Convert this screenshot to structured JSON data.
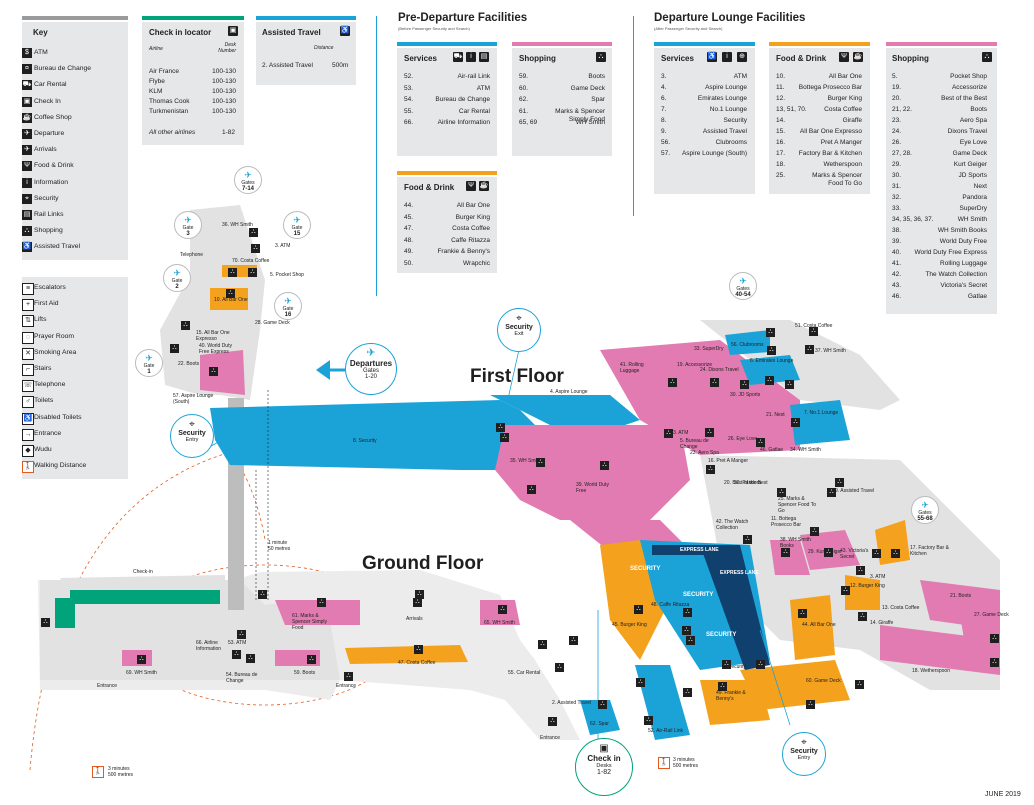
{
  "key": {
    "title": "Key",
    "items": [
      "ATM",
      "Bureau de Change",
      "Car Rental",
      "Check In",
      "Coffee Shop",
      "Departure",
      "Arrivals",
      "Food & Drink",
      "Information",
      "Security",
      "Rail Links",
      "Shopping",
      "Assisted Travel"
    ],
    "items2": [
      "Escalators",
      "First Aid",
      "Lifts",
      "Prayer Room",
      "Smoking Area",
      "Stairs",
      "Telephone",
      "Toilets",
      "Disabled Toilets",
      "Entrance",
      "Wudu",
      "Walking Distance"
    ]
  },
  "checkin": {
    "title": "Check in locator",
    "col1": "Airline",
    "col2": "Desk Number",
    "rows": [
      {
        "airline": "Air France",
        "desk": "100-130"
      },
      {
        "airline": "Flybe",
        "desk": "100-130"
      },
      {
        "airline": "KLM",
        "desk": "100-130"
      },
      {
        "airline": "Thomas Cook",
        "desk": "100-130"
      },
      {
        "airline": "Turkmenistan",
        "desk": "100-130"
      }
    ],
    "other": {
      "airline": "All other airlines",
      "desk": "1-82"
    }
  },
  "assisted": {
    "title": "Assisted Travel",
    "col": "Distance",
    "row": "2.  Assisted Travel",
    "dist": "500m"
  },
  "predep": {
    "title": "Pre-Departure Facilities",
    "subtitle": "(Before Passenger Security and Search)",
    "services": {
      "title": "Services",
      "rows": [
        [
          "52.",
          "Air-rail Link"
        ],
        [
          "53.",
          "ATM"
        ],
        [
          "54.",
          "Bureau de Change"
        ],
        [
          "55.",
          "Car Rental"
        ],
        [
          "66.",
          "Airline Information"
        ]
      ]
    },
    "shopping": {
      "title": "Shopping",
      "rows": [
        [
          "59.",
          "Boots"
        ],
        [
          "60.",
          "Game Deck"
        ],
        [
          "62.",
          "Spar"
        ],
        [
          "61.",
          "Marks & Spencer Simply Food"
        ],
        [
          "65, 69",
          "WH Smith"
        ]
      ]
    },
    "food": {
      "title": "Food & Drink",
      "rows": [
        [
          "44.",
          "All Bar One"
        ],
        [
          "45.",
          "Burger King"
        ],
        [
          "47.",
          "Costa Coffee"
        ],
        [
          "48.",
          "Caffe Ritazza"
        ],
        [
          "49.",
          "Frankie & Benny's"
        ],
        [
          "50.",
          "Wrapchic"
        ]
      ]
    }
  },
  "lounge": {
    "title": "Departure Lounge Facilities",
    "subtitle": "(After Passenger Security and Search)",
    "services": {
      "title": "Services",
      "rows": [
        [
          "3.",
          "ATM"
        ],
        [
          "4.",
          "Aspire Lounge"
        ],
        [
          "6.",
          "Emirates Lounge"
        ],
        [
          "7.",
          "No.1 Lounge"
        ],
        [
          "8.",
          "Security"
        ],
        [
          "9.",
          "Assisted Travel"
        ],
        [
          "56.",
          "Clubrooms"
        ],
        [
          "57.",
          "Aspire Lounge (South)"
        ]
      ]
    },
    "food": {
      "title": "Food & Drink",
      "rows": [
        [
          "10.",
          "All Bar One"
        ],
        [
          "11.",
          "Bottega Prosecco Bar"
        ],
        [
          "12.",
          "Burger King"
        ],
        [
          "13, 51, 70.",
          "Costa Coffee"
        ],
        [
          "14.",
          "Giraffe"
        ],
        [
          "15.",
          "All Bar One Expresso"
        ],
        [
          "16.",
          "Pret A Manger"
        ],
        [
          "17.",
          "Factory Bar & Kitchen"
        ],
        [
          "18.",
          "Wetherspoon"
        ],
        [
          "25.",
          "Marks & Spencer Food To Go"
        ]
      ]
    },
    "shopping": {
      "title": "Shopping",
      "rows": [
        [
          "5.",
          "Pocket Shop"
        ],
        [
          "19.",
          "Accessorize"
        ],
        [
          "20.",
          "Best of the Best"
        ],
        [
          "21, 22.",
          "Boots"
        ],
        [
          "23.",
          "Aero Spa"
        ],
        [
          "24.",
          "Dixons Travel"
        ],
        [
          "26.",
          "Eye Love"
        ],
        [
          "27, 28.",
          "Game Deck"
        ],
        [
          "29.",
          "Kurt Geiger"
        ],
        [
          "30.",
          "JD Sports"
        ],
        [
          "31.",
          "Next"
        ],
        [
          "32.",
          "Pandora"
        ],
        [
          "33.",
          "SuperDry"
        ],
        [
          "34, 35, 36, 37.",
          "WH Smith"
        ],
        [
          "38.",
          "WH Smith Books"
        ],
        [
          "39.",
          "World Duty Free"
        ],
        [
          "40.",
          "World Duty Free Express"
        ],
        [
          "41.",
          "Rolling Luggage"
        ],
        [
          "42.",
          "The Watch Collection"
        ],
        [
          "43.",
          "Victoria's Secret"
        ],
        [
          "46.",
          "Gatlae"
        ]
      ]
    }
  },
  "map": {
    "first_floor": "First Floor",
    "ground_floor": "Ground Floor",
    "departures": {
      "title": "Departures",
      "sub": "Gates",
      "range": "1-20"
    },
    "security_exit": {
      "title": "Security",
      "sub": "Exit"
    },
    "security_entry": {
      "title": "Security",
      "sub": "Entry"
    },
    "security_entry2": {
      "title": "Security",
      "sub": "Entry"
    },
    "checkin_bubble": {
      "title": "Check in",
      "sub": "Desks",
      "range": "1-82"
    },
    "walk1": "3 minutes\n500 metres",
    "walk2": "3 minutes\n500 metres",
    "walk3": "1 minute\n50 metres",
    "date": "JUNE 2019",
    "gates": [
      {
        "label": "Gates",
        "num": "7-14"
      },
      {
        "label": "Gate",
        "num": "3"
      },
      {
        "label": "Gate",
        "num": "15"
      },
      {
        "label": "Gate",
        "num": "2"
      },
      {
        "label": "Gate",
        "num": "16"
      },
      {
        "label": "Gate",
        "num": "1"
      },
      {
        "label": "Gates",
        "num": "40-54"
      },
      {
        "label": "Gates",
        "num": "55-68"
      }
    ],
    "labels": [
      "36. WH Smith",
      "3. ATM",
      "70. Costa Coffee",
      "5. Pocket Shop",
      "10. All Bar One",
      "28. Game Deck",
      "15. All Bar One Expresso",
      "40. World Duty Free Express",
      "22. Boots",
      "57. Aspire Lounge (South)",
      "8. Security",
      "Telephone",
      "4. Aspire Lounge",
      "35. WH Smith",
      "39. World Duty Free",
      "3. ATM",
      "5. Bureau de Change",
      "23. Aero Spa",
      "16. Pret A Manger",
      "26. Eye Love",
      "46. Gatlae",
      "34. WH Smith",
      "21. Next",
      "7. No.1 Lounge",
      "20. Best of the Best",
      "25. Marks & Spencer Food To Go",
      "9. Assisted Travel",
      "11. Bottega Prosecco Bar",
      "42. The Watch Collection",
      "32. Pandora",
      "38. WH Smith Books",
      "29. Kurt Geiger",
      "43. Victoria's Secret",
      "3. ATM",
      "12. Burger King",
      "14. Giraffe",
      "13. Costa Coffee",
      "17. Factory Bar & Kitchen",
      "21. Boots",
      "27. Game Deck",
      "18. Wetherspoon",
      "41. Rolling Luggage",
      "19. Accessorize",
      "33. SuperDry",
      "24. Dixons Travel",
      "30. JD Sports",
      "56. Clubrooms",
      "6. Emirates Lounge",
      "51. Costa Coffee",
      "37. WH Smith",
      "61. Marks & Spencer Simply Food",
      "66. Airline Information",
      "53. ATM",
      "54. Bureau de Change",
      "59. Boots",
      "69. WH Smith",
      "47. Costa Coffee",
      "65. WH Smith",
      "55. Car Rental",
      "2. Assisted Travel",
      "62. Spar",
      "52. Air-Rail Link",
      "45. Burger King",
      "48. Caffe Ritazza",
      "44. All Bar One",
      "60. Game Deck",
      "49. Frankie & Benny's",
      "Check-in",
      "Arrivals",
      "Entrance",
      "Entrance",
      "Entrance",
      "EXPRESS LANE",
      "EXPRESS LANE",
      "SECURITY",
      "SECURITY",
      "SECURITY",
      "Security"
    ]
  },
  "colors": {
    "pink": "#e27bb1",
    "orange": "#f4a11d",
    "blue": "#1ba3d8",
    "green": "#00a37a",
    "navy": "#10406e",
    "grey": "#e6e7e8",
    "dark": "#1f1f1f"
  }
}
